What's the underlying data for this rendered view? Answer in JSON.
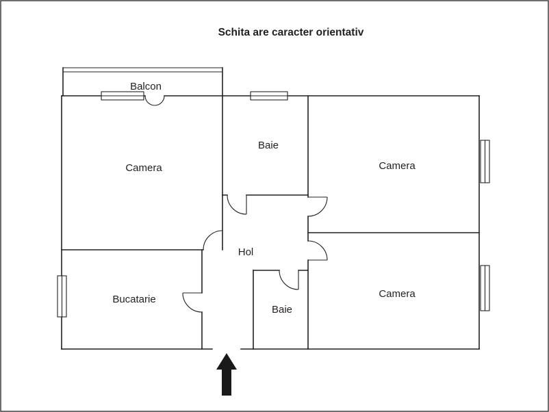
{
  "title": "Schita are caracter orientativ",
  "rooms": {
    "balcon": "Balcon",
    "camera_top_left": "Camera",
    "baie_top": "Baie",
    "camera_top_right": "Camera",
    "hol": "Hol",
    "bucatarie": "Bucatarie",
    "baie_bottom": "Baie",
    "camera_bottom_right": "Camera"
  },
  "icons": {
    "entrance": "up-arrow"
  },
  "colors": {
    "line": "#231f20",
    "background": "#ffffff",
    "arrow": "#1a1a1a",
    "border": "#3f3f3f"
  }
}
